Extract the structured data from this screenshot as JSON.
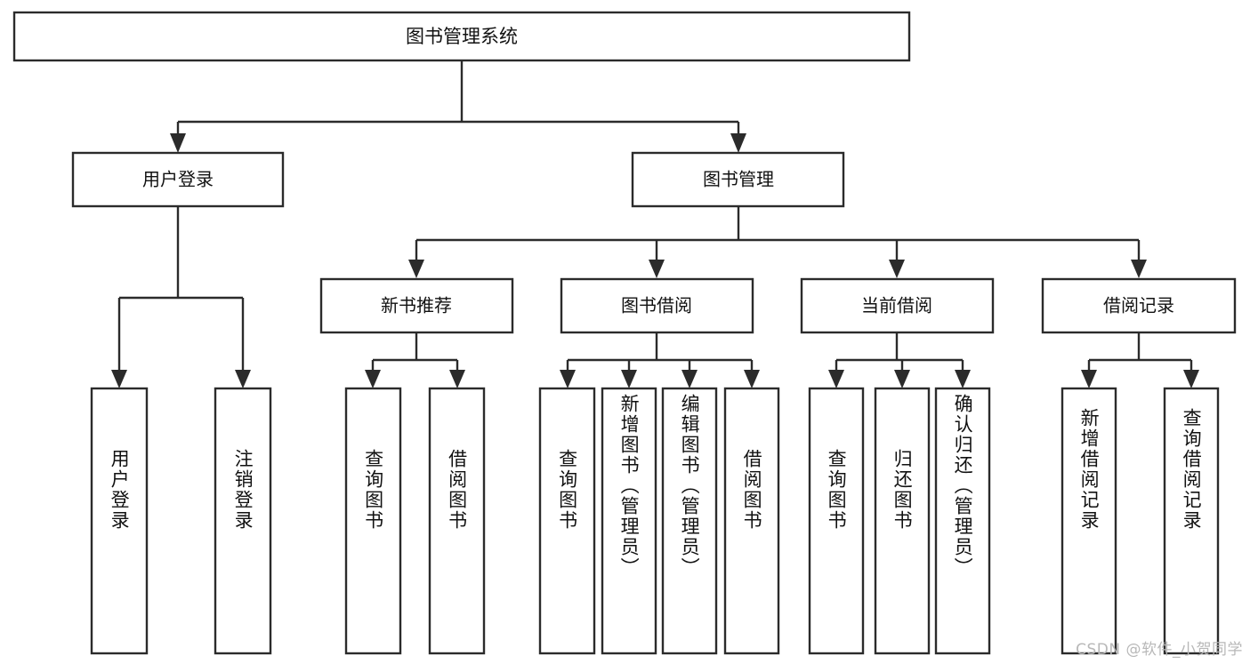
{
  "diagram": {
    "type": "tree-hierarchy",
    "title": "图书管理系统",
    "watermark": "CSDN @软件_小贺同学",
    "colors": {
      "background": "#ffffff",
      "stroke": "#2b2b2b",
      "text": "#111111",
      "watermark": "#b8b8b8"
    },
    "levels": {
      "root": {
        "label": "图书管理系统"
      },
      "level2": [
        {
          "label": "用户登录"
        },
        {
          "label": "图书管理"
        }
      ],
      "level3": [
        {
          "label": "新书推荐"
        },
        {
          "label": "图书借阅"
        },
        {
          "label": "当前借阅"
        },
        {
          "label": "借阅记录"
        }
      ],
      "leaves": [
        {
          "label": "用户登录",
          "parent": "用户登录"
        },
        {
          "label": "注销登录",
          "parent": "用户登录"
        },
        {
          "label": "查询图书",
          "parent": "新书推荐"
        },
        {
          "label": "借阅图书",
          "parent": "新书推荐"
        },
        {
          "label": "查询图书",
          "parent": "图书借阅"
        },
        {
          "label": "新增图书（管理员）",
          "parent": "图书借阅"
        },
        {
          "label": "编辑图书（管理员）",
          "parent": "图书借阅"
        },
        {
          "label": "借阅图书",
          "parent": "图书借阅"
        },
        {
          "label": "查询图书",
          "parent": "当前借阅"
        },
        {
          "label": "归还图书",
          "parent": "当前借阅"
        },
        {
          "label": "确认归还（管理员）",
          "parent": "当前借阅"
        },
        {
          "label": "新增借阅记录",
          "parent": "借阅记录"
        },
        {
          "label": "查询借阅记录",
          "parent": "借阅记录"
        }
      ]
    }
  }
}
